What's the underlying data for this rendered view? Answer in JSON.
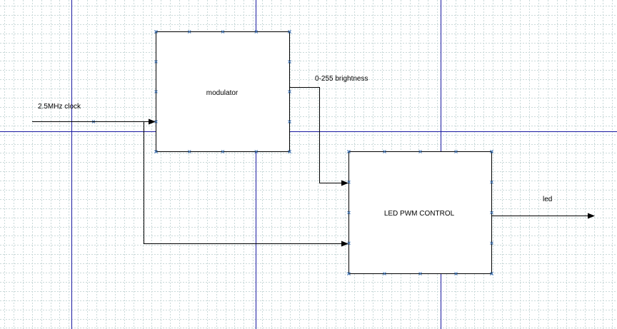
{
  "colors": {
    "background": "#ffffff",
    "minor_grid": "#c9d9d9",
    "major_grid": "#1a1aa0",
    "block_stroke": "#000000",
    "port_marker": "#3a6fb0",
    "wire": "#000000"
  },
  "blocks": {
    "modulator": {
      "label": "modulator"
    },
    "led_pwm_control": {
      "label": "LED PWM CONTROL"
    }
  },
  "signals": {
    "clock": {
      "label": "2.5MHz clock"
    },
    "brightness": {
      "label": "0-255 brightness"
    },
    "led": {
      "label": "led"
    }
  }
}
